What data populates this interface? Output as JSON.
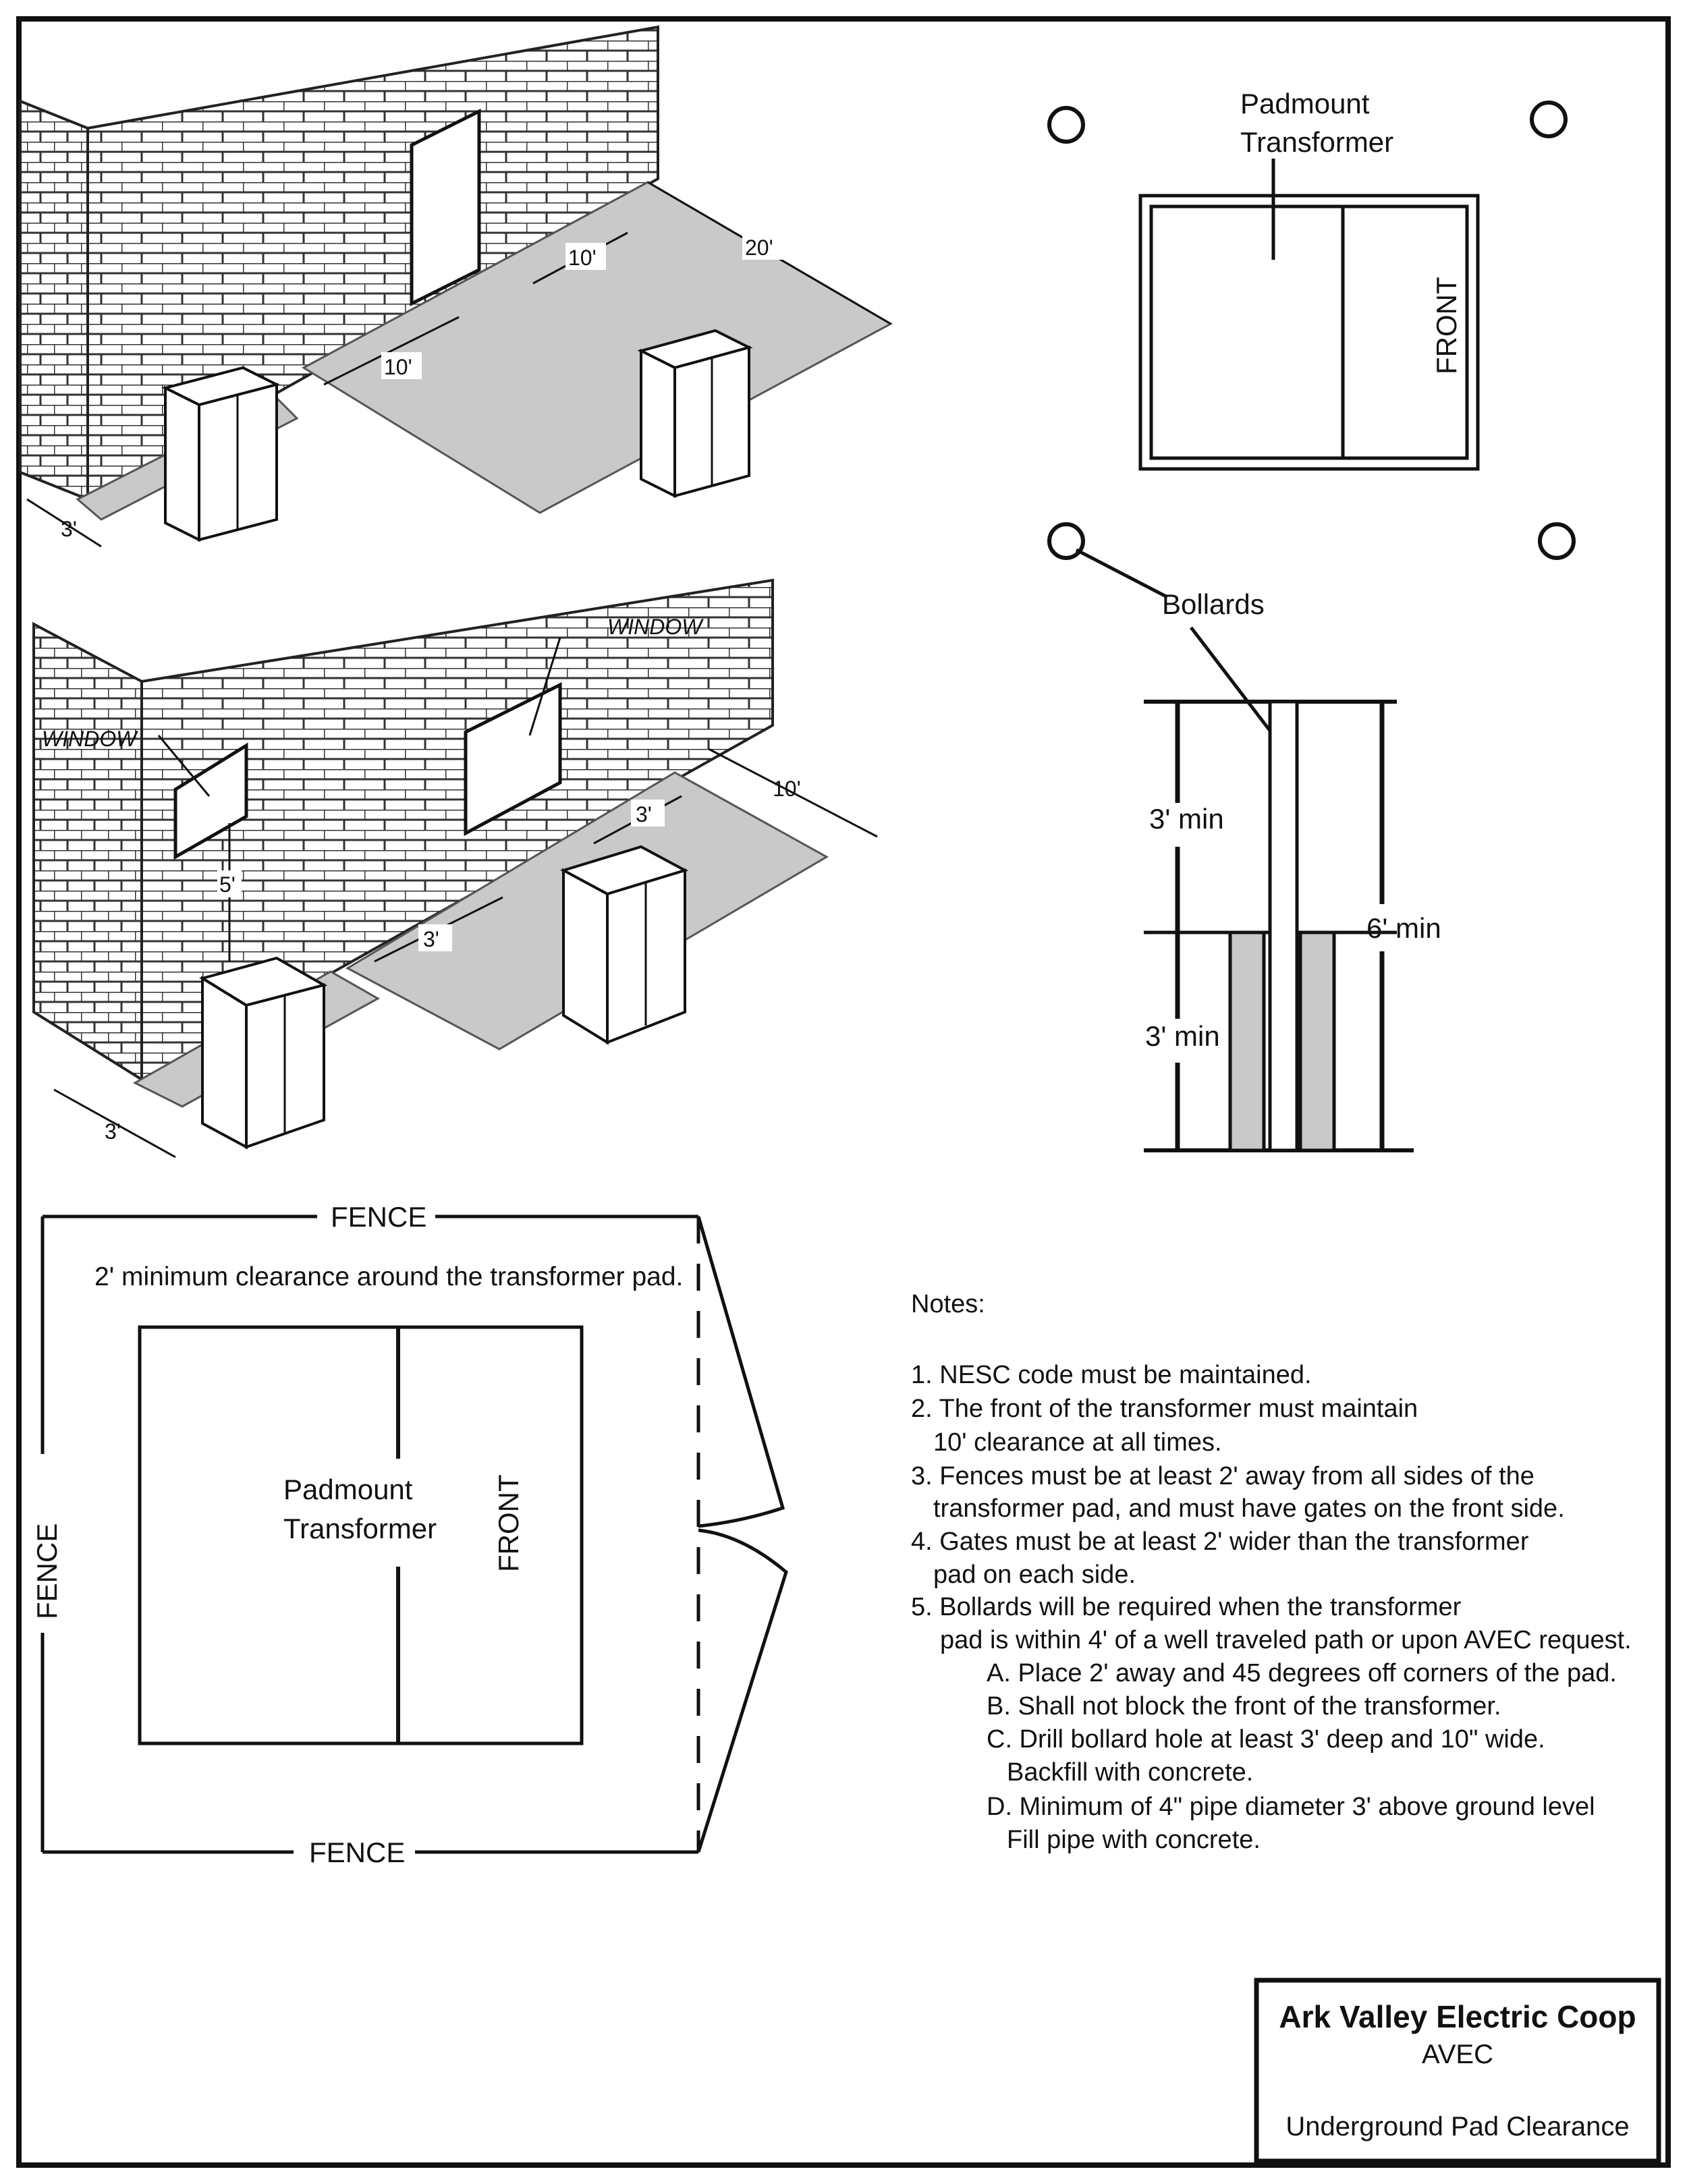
{
  "scene1": {
    "dims": [
      "10'",
      "20'",
      "10'",
      "3'"
    ]
  },
  "scene2": {
    "window_labels": [
      "WINDOW",
      "WINDOW"
    ],
    "dims": [
      "3'",
      "10'",
      "5'",
      "3'",
      "3'"
    ]
  },
  "plan": {
    "transformer_label": [
      "Padmount",
      "Transformer"
    ],
    "front_label": "FRONT",
    "bollards_label": "Bollards"
  },
  "bollard_detail": {
    "above_ground": "3' min",
    "below_ground": "3' min",
    "total": "6' min"
  },
  "fence_plan": {
    "fence_top": "FENCE",
    "fence_left": "FENCE",
    "fence_bottom": "FENCE",
    "clearance_note": "2' minimum clearance around the transformer pad.",
    "transformer_label": [
      "Padmount",
      "Transformer"
    ],
    "front_label": "FRONT"
  },
  "notes": {
    "heading": "Notes:",
    "lines": [
      "1. NESC code must be maintained.",
      "2. The front of the transformer must maintain",
      "10' clearance at all times.",
      "3. Fences must be at least 2' away from all sides of the",
      "transformer pad, and must have gates on the front side.",
      "4. Gates must be at least 2' wider than the transformer",
      "pad on each side.",
      "5. Bollards will be required when the transformer",
      "pad is within 4' of a well traveled path or upon AVEC request.",
      "A. Place 2' away and 45 degrees off corners of the pad.",
      "B. Shall not block the front of the transformer.",
      "C. Drill bollard hole at least 3' deep and 10\" wide.",
      "Backfill with concrete.",
      "D. Minimum of 4\" pipe diameter 3' above ground level",
      "Fill pipe with concrete."
    ]
  },
  "title_block": {
    "company": "Ark Valley Electric Coop",
    "abbr": "AVEC",
    "title": "Underground Pad Clearance"
  }
}
